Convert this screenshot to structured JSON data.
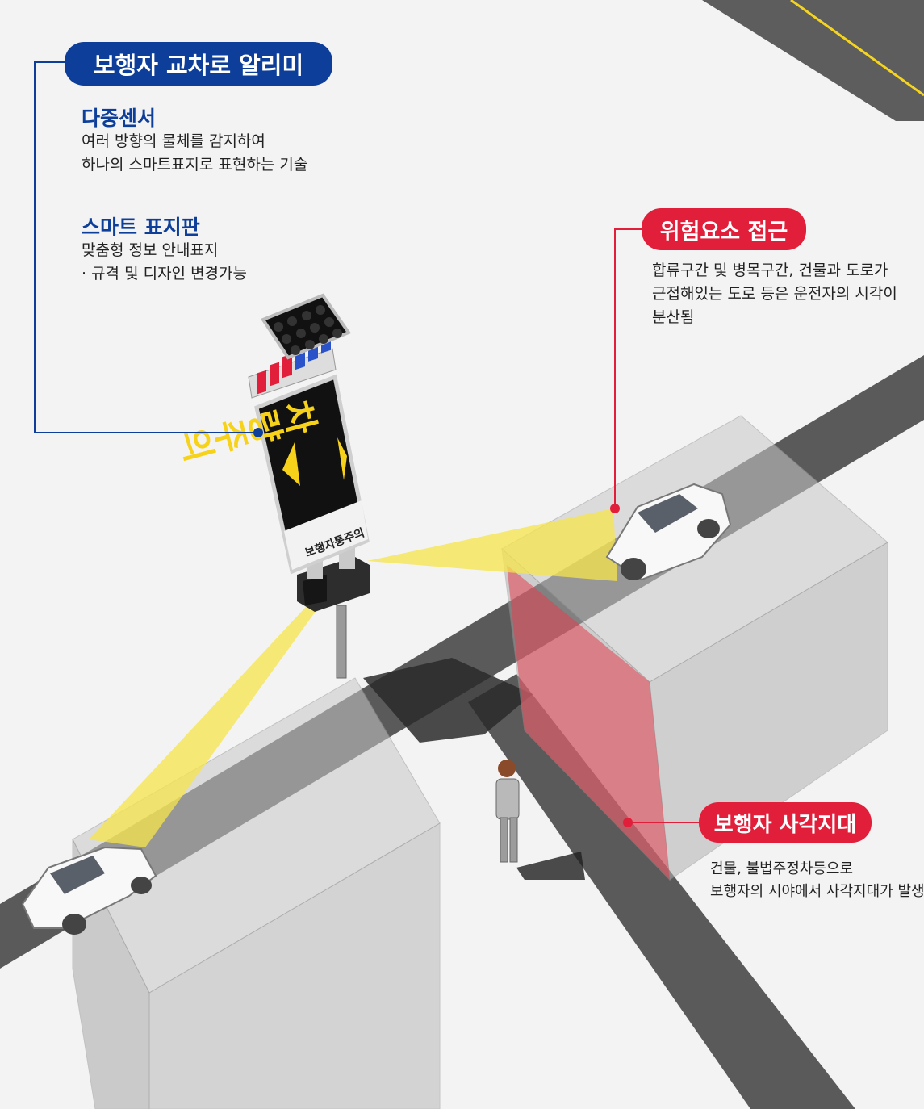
{
  "main_title": "보행자 교차로 알리미",
  "sections": [
    {
      "heading": "다중센서",
      "lines": [
        "여러 방향의 물체를 감지하여",
        "하나의 스마트표지로 표현하는 기술"
      ]
    },
    {
      "heading": "스마트 표지판",
      "lines": [
        "맞춤형 정보 안내표지",
        "· 규격 및 디자인 변경가능"
      ]
    }
  ],
  "sign": {
    "main_text": "차량주의",
    "sub_text": "보행자통주의"
  },
  "callouts": [
    {
      "title": "위험요소 접근",
      "lines": [
        "합류구간 및 병목구간, 건물과 도로가",
        "근접해있는 도로 등은 운전자의 시각이",
        "분산됨"
      ]
    },
    {
      "title": "보행자 사각지대",
      "lines": [
        "건물, 불법주정차등으로",
        "보행자의 시야에서 사각지대가 발생"
      ]
    }
  ],
  "colors": {
    "brand_blue": "#0d3f9a",
    "alert_red": "#e21f3a",
    "sign_yellow": "#f7d21a",
    "road": "#5a5a5a"
  }
}
